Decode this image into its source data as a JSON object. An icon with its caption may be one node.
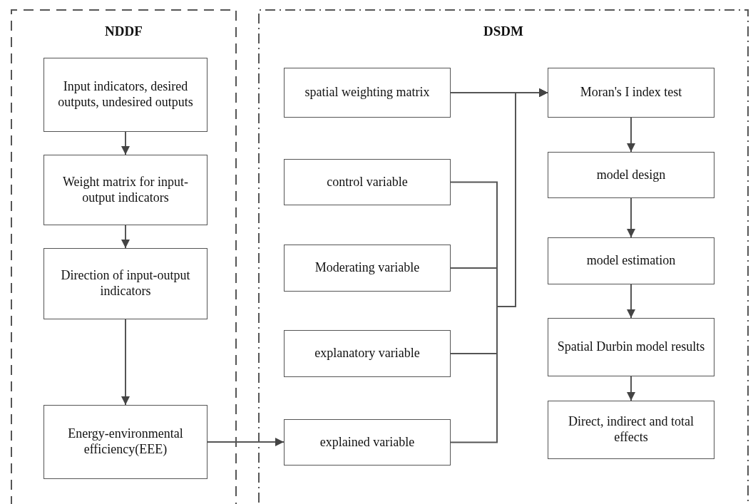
{
  "diagram": {
    "nodes": [
      {
        "text": [
          "NDDF"
        ]
      },
      {
        "text": [
          "Input indicators, desired outputs, undesired outputs"
        ],
        "in": 0
      },
      {
        "text": [
          "Weight matrix for input-output indicators"
        ],
        "in": 0
      },
      {
        "text": [
          "Direction of input-output indicators"
        ],
        "in": 0
      },
      {
        "text": [
          "Energy-environmental efficiency(EEE)"
        ],
        "in": 0
      },
      {
        "text": [
          "DSDM"
        ]
      },
      {
        "text": [
          "spatial weighting matrix"
        ],
        "in": 5
      },
      {
        "text": [
          "control variable"
        ],
        "in": 5
      },
      {
        "text": [
          "Moderating variable"
        ],
        "in": 5
      },
      {
        "text": [
          "explanatory variable"
        ],
        "in": 5
      },
      {
        "text": [
          "explained variable"
        ],
        "in": 5
      },
      {
        "text": [
          "Moran's I index test"
        ],
        "in": 5
      },
      {
        "text": [
          "model design"
        ],
        "in": 5
      },
      {
        "text": [
          "model estimation"
        ],
        "in": 5
      },
      {
        "text": [
          "Spatial Durbin model results"
        ],
        "in": 5
      },
      {
        "text": [
          "Direct, indirect and total effects"
        ],
        "in": 5
      }
    ],
    "edges": [
      {
        "from": 1,
        "to": 2,
        "arrow": "to"
      },
      {
        "from": 2,
        "to": 3,
        "arrow": "to"
      },
      {
        "from": 3,
        "to": 4,
        "arrow": "to"
      },
      {
        "from": 4,
        "to": 10,
        "arrow": "to"
      },
      {
        "from": 6,
        "to": 11,
        "arrow": "to"
      },
      {
        "from": 7,
        "to": 11,
        "arrow": "to"
      },
      {
        "from": 8,
        "to": 11,
        "arrow": "to"
      },
      {
        "from": 9,
        "to": 11,
        "arrow": "to"
      },
      {
        "from": 10,
        "to": 11,
        "arrow": "to"
      },
      {
        "from": 11,
        "to": 12,
        "arrow": "to"
      },
      {
        "from": 12,
        "to": 13,
        "arrow": "to"
      },
      {
        "from": 13,
        "to": 14,
        "arrow": "to"
      },
      {
        "from": 14,
        "to": 15,
        "arrow": "to"
      }
    ]
  }
}
